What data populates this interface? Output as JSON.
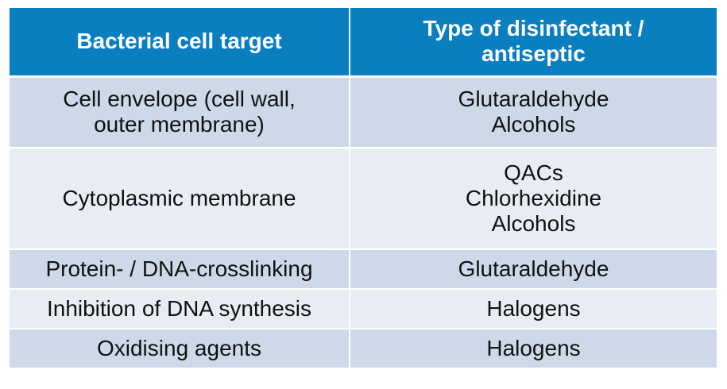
{
  "table": {
    "headers": [
      "Bacterial cell target",
      "Type of disinfectant / antiseptic"
    ],
    "rows": [
      {
        "target": [
          "Cell envelope (cell wall,",
          "outer membrane)"
        ],
        "types": [
          "Glutaraldehyde",
          "Alcohols"
        ]
      },
      {
        "target": [
          "Cytoplasmic membrane"
        ],
        "types": [
          "QACs",
          "Chlorhexidine",
          "Alcohols"
        ]
      },
      {
        "target": [
          "Protein- / DNA-crosslinking"
        ],
        "types": [
          "Glutaraldehyde"
        ]
      },
      {
        "target": [
          "Inhibition of DNA synthesis"
        ],
        "types": [
          "Halogens"
        ]
      },
      {
        "target": [
          "Oxidising agents"
        ],
        "types": [
          "Halogens"
        ]
      }
    ]
  },
  "colors": {
    "header_bg": "#0a7fc0",
    "row_odd_bg": "#cdd9e8",
    "row_even_bg": "#e8edf4"
  }
}
